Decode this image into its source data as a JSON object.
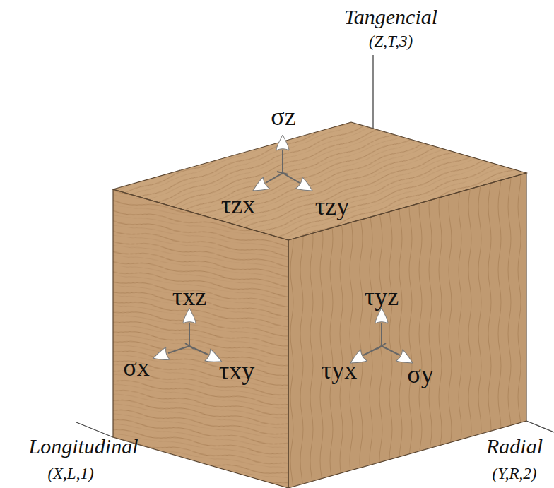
{
  "diagram": {
    "labels": [
      "Tangencial",
      "(Z,T,3)",
      "σz",
      "τzx",
      "τzy",
      "τxz",
      "σx",
      "τxy",
      "τyz",
      "τyx",
      "σy",
      "Longitudinal",
      "(X,L,1)",
      "Radial",
      "(Y,R,2)"
    ]
  }
}
